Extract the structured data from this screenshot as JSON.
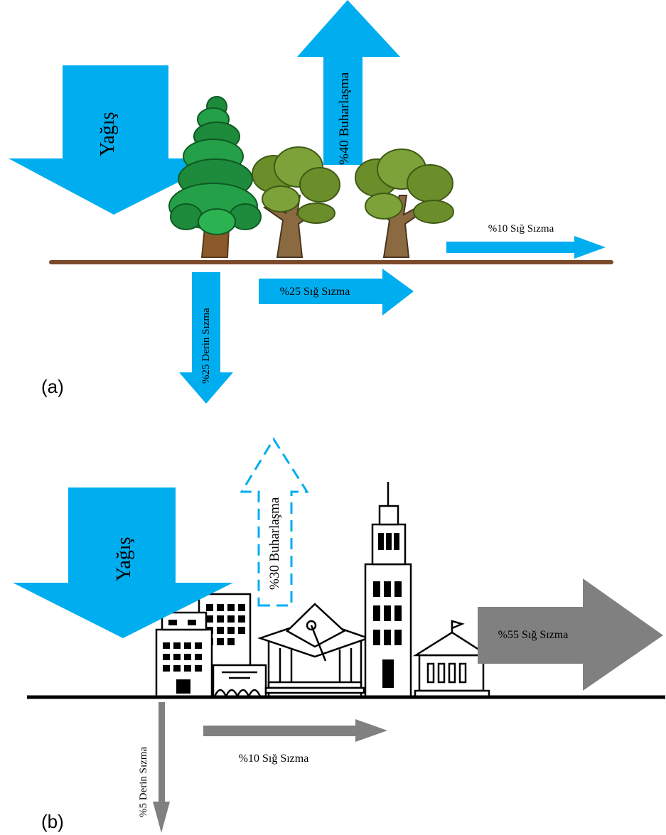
{
  "panel_a": {
    "label": "(a)",
    "precipitation": "Yağış",
    "evaporation": "%40 Buharlaşma",
    "shallow_infiltration_surface": "%10 Sığ Sızma",
    "shallow_infiltration_ground": "%25 Sığ Sızma",
    "deep_infiltration": "%25 Derin Sızma"
  },
  "panel_b": {
    "label": "(b)",
    "precipitation": "Yağış",
    "evaporation": "%30 Buharlaşma",
    "runoff": "%55 Sığ Sızma",
    "shallow_infiltration": "%10 Sığ Sızma",
    "deep_infiltration": "%5 Derin Sızma"
  },
  "colors": {
    "water": "#00aeef",
    "urban_flow": "#808080",
    "ground_natural": "#7b4a2a",
    "ground_urban": "#000000",
    "tree_dark": "#1e8a3c",
    "tree_light": "#6b8e2b",
    "trunk": "#8b5a2b"
  }
}
